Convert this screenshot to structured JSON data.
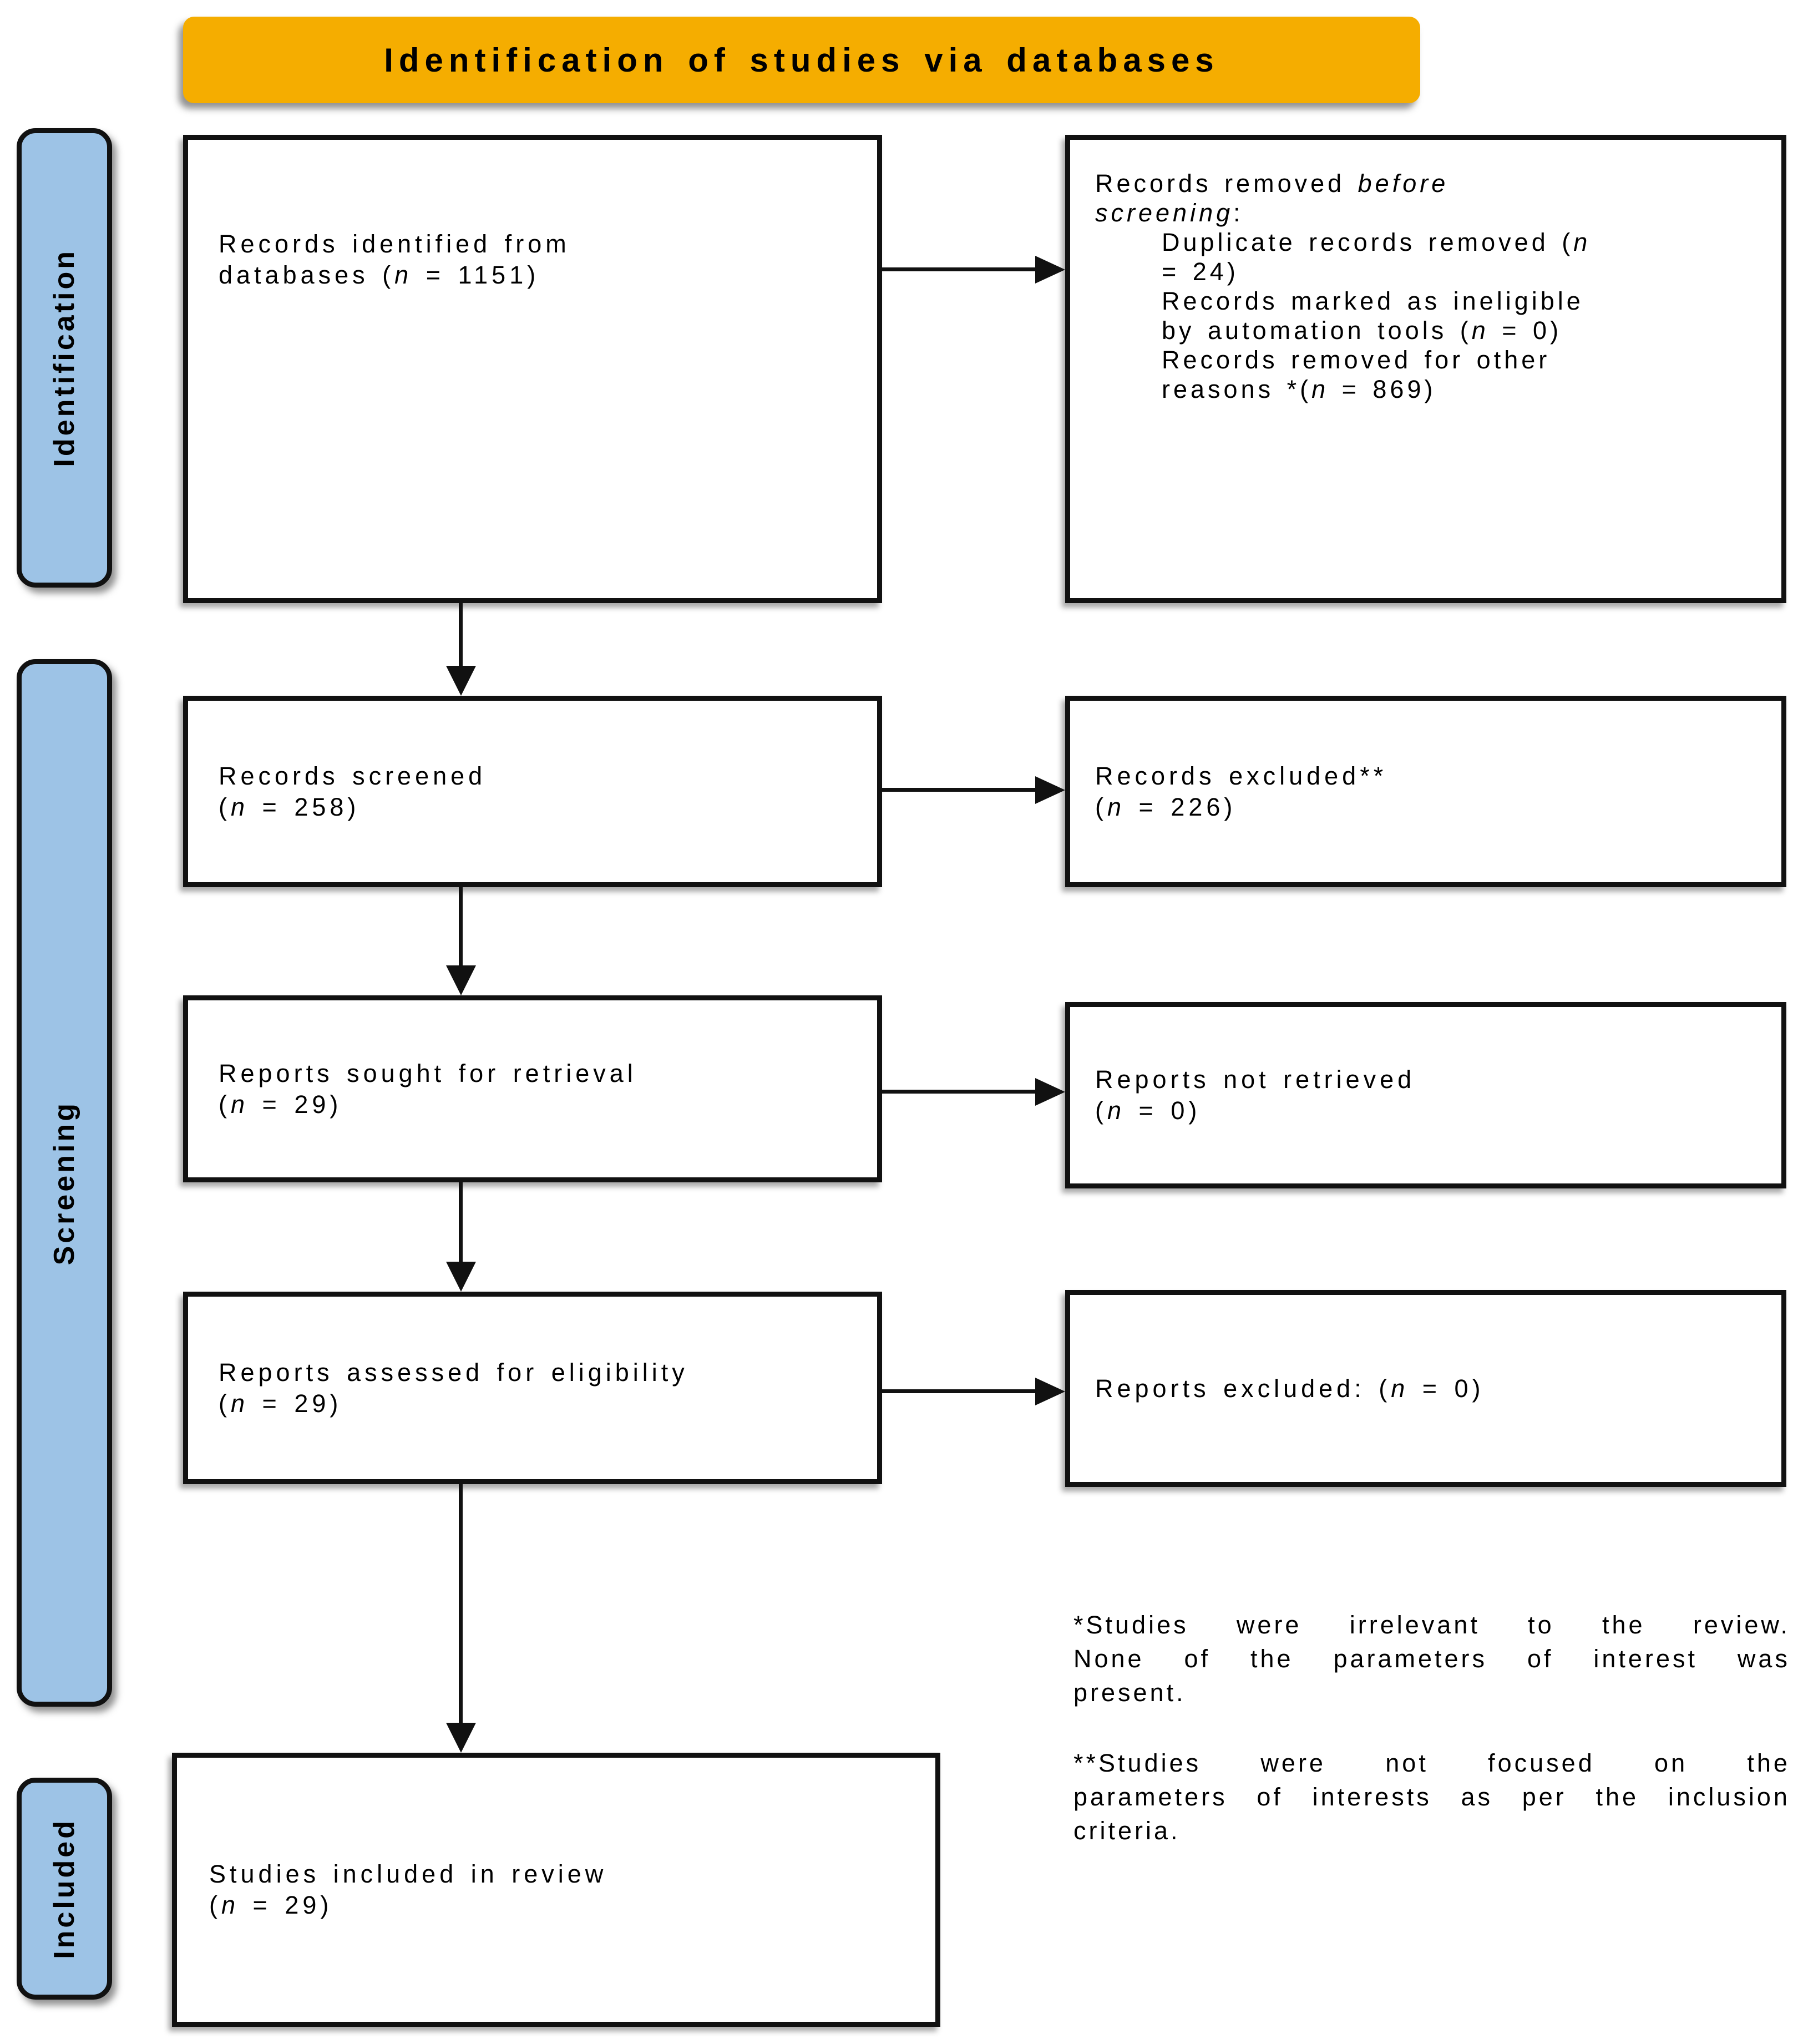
{
  "header": {
    "title": "Identification of studies via databases"
  },
  "sidebar": {
    "identification": "Identification",
    "screening": "Screening",
    "included": "Included"
  },
  "colors": {
    "header_bg": "#F5AD00",
    "stage_bg": "#9DC3E6",
    "border": "#111111"
  },
  "boxes": {
    "records_identified": {
      "lines": [
        {
          "segs": [
            {
              "t": "Records identified from"
            }
          ]
        },
        {
          "segs": [
            {
              "t": "databases ("
            },
            {
              "t": "n",
              "i": true
            },
            {
              "t": " = 1151)"
            }
          ]
        }
      ]
    },
    "records_removed": {
      "lines": [
        {
          "segs": [
            {
              "t": "Records removed "
            },
            {
              "t": "before",
              "i": true
            }
          ]
        },
        {
          "segs": [
            {
              "t": "screening",
              "i": true
            },
            {
              "t": ":"
            }
          ]
        },
        {
          "indent": true,
          "segs": [
            {
              "t": "Duplicate records removed ("
            },
            {
              "t": "n",
              "i": true
            }
          ]
        },
        {
          "indent": true,
          "segs": [
            {
              "t": "= 24)"
            }
          ]
        },
        {
          "indent": true,
          "segs": [
            {
              "t": "Records marked as ineligible"
            }
          ]
        },
        {
          "indent": true,
          "segs": [
            {
              "t": "by automation tools ("
            },
            {
              "t": "n",
              "i": true
            },
            {
              "t": " = 0)"
            }
          ]
        },
        {
          "indent": true,
          "segs": [
            {
              "t": "Records removed for other"
            }
          ]
        },
        {
          "indent": true,
          "segs": [
            {
              "t": "reasons *("
            },
            {
              "t": "n",
              "i": true
            },
            {
              "t": " = 869)"
            }
          ]
        }
      ]
    },
    "records_screened": {
      "lines": [
        {
          "segs": [
            {
              "t": "Records screened"
            }
          ]
        },
        {
          "segs": [
            {
              "t": "("
            },
            {
              "t": "n",
              "i": true
            },
            {
              "t": " = 258)"
            }
          ]
        }
      ]
    },
    "records_excluded": {
      "lines": [
        {
          "segs": [
            {
              "t": "Records excluded**"
            }
          ]
        },
        {
          "segs": [
            {
              "t": "("
            },
            {
              "t": "n",
              "i": true
            },
            {
              "t": " = 226)"
            }
          ]
        }
      ]
    },
    "reports_sought": {
      "lines": [
        {
          "segs": [
            {
              "t": "Reports sought for retrieval"
            }
          ]
        },
        {
          "segs": [
            {
              "t": "("
            },
            {
              "t": "n",
              "i": true
            },
            {
              "t": " = 29)"
            }
          ]
        }
      ]
    },
    "reports_not_retrieved": {
      "lines": [
        {
          "segs": [
            {
              "t": "Reports not retrieved"
            }
          ]
        },
        {
          "segs": [
            {
              "t": "("
            },
            {
              "t": "n",
              "i": true
            },
            {
              "t": " = 0)"
            }
          ]
        }
      ]
    },
    "reports_assessed": {
      "lines": [
        {
          "segs": [
            {
              "t": "Reports assessed for eligibility"
            }
          ]
        },
        {
          "segs": [
            {
              "t": "("
            },
            {
              "t": "n",
              "i": true
            },
            {
              "t": " = 29)"
            }
          ]
        }
      ]
    },
    "reports_excluded": {
      "lines": [
        {
          "segs": [
            {
              "t": "Reports excluded: ("
            },
            {
              "t": "n",
              "i": true
            },
            {
              "t": " = 0)"
            }
          ]
        }
      ]
    },
    "studies_included": {
      "lines": [
        {
          "segs": [
            {
              "t": "Studies included in review"
            }
          ]
        },
        {
          "segs": [
            {
              "t": "("
            },
            {
              "t": "n",
              "i": true
            },
            {
              "t": " = 29)"
            }
          ]
        }
      ]
    }
  },
  "footnotes": {
    "first": {
      "lines": [
        "*Studies were irrelevant to the review.",
        "None of the parameters of interest was",
        "present."
      ]
    },
    "second": {
      "lines": [
        "**Studies were not focused on the",
        "parameters of interests as per the inclusion",
        "criteria."
      ]
    }
  }
}
